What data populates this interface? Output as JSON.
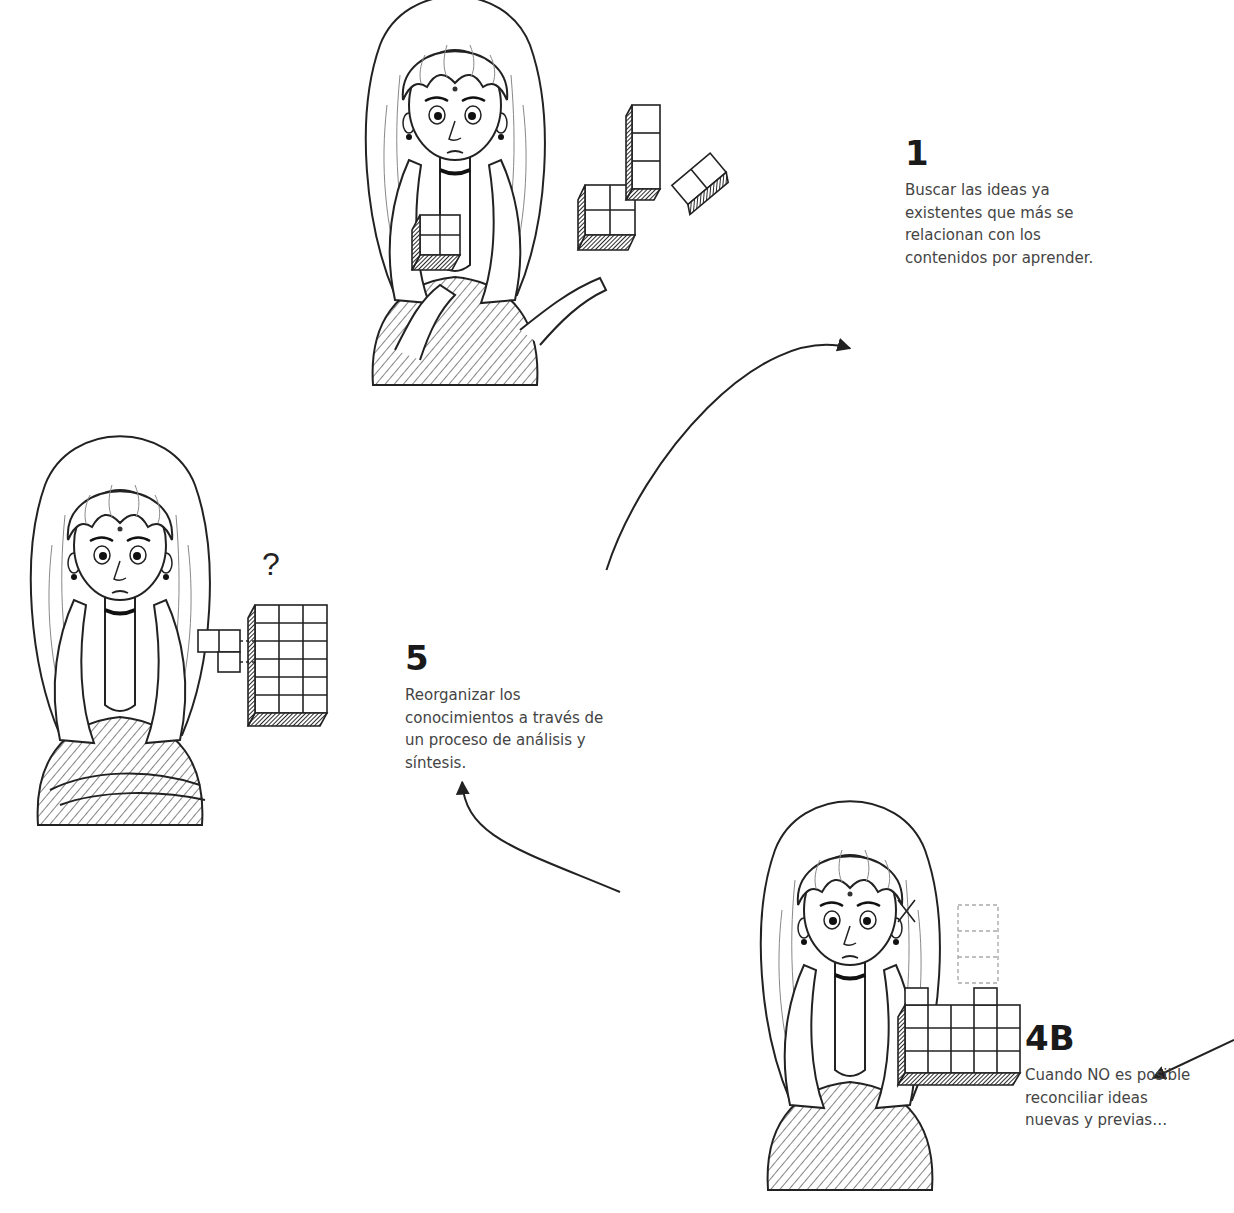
{
  "diagram": {
    "nodes": [
      {
        "text": [
          "1",
          "Buscar las ideas ya existentes que más se relacionan con los contenidos por aprender."
        ]
      },
      {
        "text": [
          "5",
          "Reorganizar los conocimientos a través de un proceso de análisis y síntesis."
        ]
      },
      {
        "text": [
          "4B",
          "Cuando NO es posible reconciliar ideas nuevas y previas…"
        ]
      }
    ],
    "edges": [
      {
        "from": 1,
        "to": 0,
        "arrow": "to"
      },
      {
        "from": 2,
        "to": 1,
        "arrow": "to"
      }
    ],
    "labels": [
      "?"
    ]
  }
}
